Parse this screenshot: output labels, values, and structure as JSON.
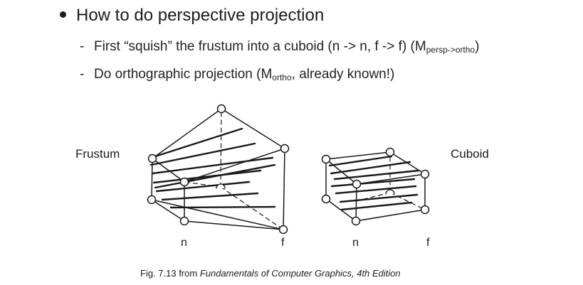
{
  "heading": {
    "text": "How to do perspective projection"
  },
  "bullets": [
    {
      "dash": "-",
      "prefix": "First “squish” the frustum into a cuboid (n -> n, f -> f) (M",
      "subscript": "persp->ortho",
      "suffix": ")"
    },
    {
      "dash": "-",
      "prefix": "Do orthographic projection (M",
      "subscript": "ortho",
      "suffix": ", already known!)"
    }
  ],
  "figure": {
    "frustum_label": "Frustum",
    "cuboid_label": "Cuboid",
    "frustum_near_label": "n",
    "frustum_far_label": "f",
    "cuboid_near_label": "n",
    "cuboid_far_label": "f"
  },
  "caption": {
    "prefix": "Fig. 7.13 from ",
    "italic": "Fundamentals of Computer Graphics, 4th Edition"
  },
  "colors": {
    "text": "#1c1c1c",
    "line": "#1a1a1a",
    "background": "#ffffff"
  }
}
